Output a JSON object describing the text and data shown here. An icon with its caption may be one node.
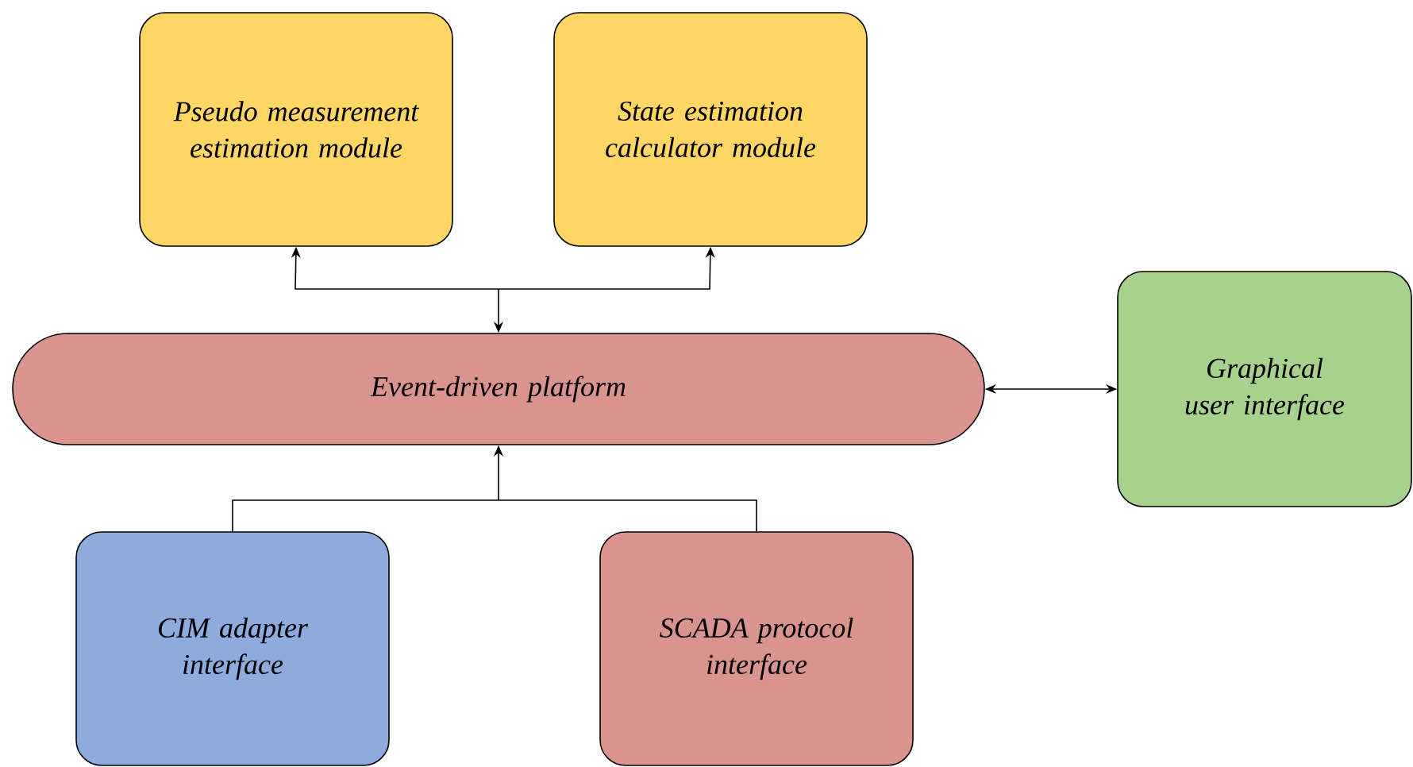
{
  "diagram": {
    "nodes": [
      {
        "text": [
          "Pseudo measurement estimation module"
        ]
      },
      {
        "text": [
          "State estimation calculator module"
        ]
      },
      {
        "text": [
          "Event-driven platform"
        ]
      },
      {
        "text": [
          "Graphical user interface"
        ]
      },
      {
        "text": [
          "CIM adapter interface"
        ]
      },
      {
        "text": [
          "SCADA protocol interface"
        ]
      }
    ],
    "edges": [
      {
        "from": 0,
        "to": 2,
        "arrow": "both"
      },
      {
        "from": 1,
        "to": 2,
        "arrow": "both"
      },
      {
        "from": 2,
        "to": 3,
        "arrow": "both"
      },
      {
        "from": 4,
        "to": 2,
        "arrow": "to"
      },
      {
        "from": 5,
        "to": 2,
        "arrow": "to"
      }
    ]
  }
}
